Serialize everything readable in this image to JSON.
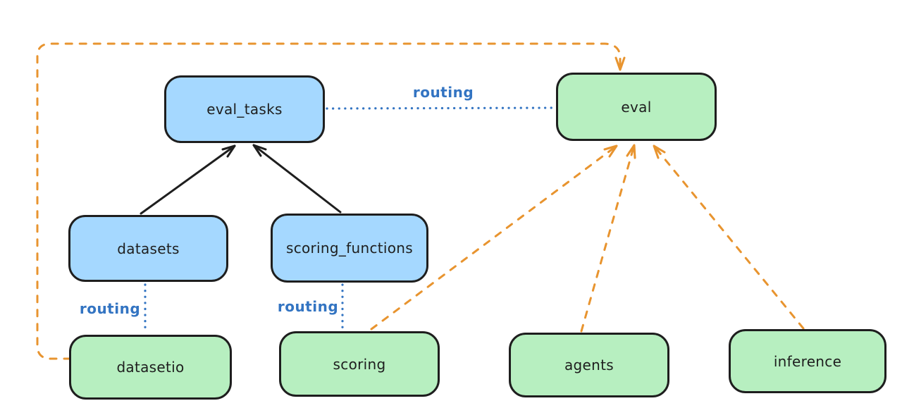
{
  "diagram": {
    "nodes": {
      "eval_tasks": {
        "label": "eval_tasks",
        "fill": "#a5d8ff"
      },
      "eval": {
        "label": "eval",
        "fill": "#b7efc0"
      },
      "datasets": {
        "label": "datasets",
        "fill": "#a5d8ff"
      },
      "scoring_functions": {
        "label": "scoring_functions",
        "fill": "#a5d8ff"
      },
      "datasetio": {
        "label": "datasetio",
        "fill": "#b7efc0"
      },
      "scoring": {
        "label": "scoring",
        "fill": "#b7efc0"
      },
      "agents": {
        "label": "agents",
        "fill": "#b7efc0"
      },
      "inference": {
        "label": "inference",
        "fill": "#b7efc0"
      }
    },
    "edges": [
      {
        "id": "datasets-to-eval_tasks",
        "from": "datasets",
        "to": "eval_tasks",
        "style": "solid",
        "arrow": true,
        "color": "#1e1e1e"
      },
      {
        "id": "scoring_functions-to-eval_tasks",
        "from": "scoring_functions",
        "to": "eval_tasks",
        "style": "solid",
        "arrow": true,
        "color": "#1e1e1e"
      },
      {
        "id": "eval_tasks-to-eval",
        "from": "eval_tasks",
        "to": "eval",
        "style": "dotted",
        "arrow": false,
        "color": "#3374c2",
        "label": "routing"
      },
      {
        "id": "datasets-to-datasetio",
        "from": "datasets",
        "to": "datasetio",
        "style": "dotted",
        "arrow": false,
        "color": "#3374c2",
        "label": "routing"
      },
      {
        "id": "scoring_functions-to-scoring",
        "from": "scoring_functions",
        "to": "scoring",
        "style": "dotted",
        "arrow": false,
        "color": "#3374c2",
        "label": "routing"
      },
      {
        "id": "scoring-to-eval",
        "from": "scoring",
        "to": "eval",
        "style": "dashed",
        "arrow": true,
        "color": "#e8942f"
      },
      {
        "id": "agents-to-eval",
        "from": "agents",
        "to": "eval",
        "style": "dashed",
        "arrow": true,
        "color": "#e8942f"
      },
      {
        "id": "inference-to-eval",
        "from": "inference",
        "to": "eval",
        "style": "dashed",
        "arrow": true,
        "color": "#e8942f"
      },
      {
        "id": "datasetio-to-eval",
        "from": "datasetio",
        "to": "eval",
        "style": "dashed-elbow",
        "arrow": true,
        "color": "#e8942f"
      }
    ],
    "palette": {
      "node_blue": "#a5d8ff",
      "node_green": "#b7efc0",
      "stroke_black": "#1e1e1e",
      "routing_blue": "#3374c2",
      "provider_orange": "#e8942f",
      "background": "#ffffff"
    }
  }
}
